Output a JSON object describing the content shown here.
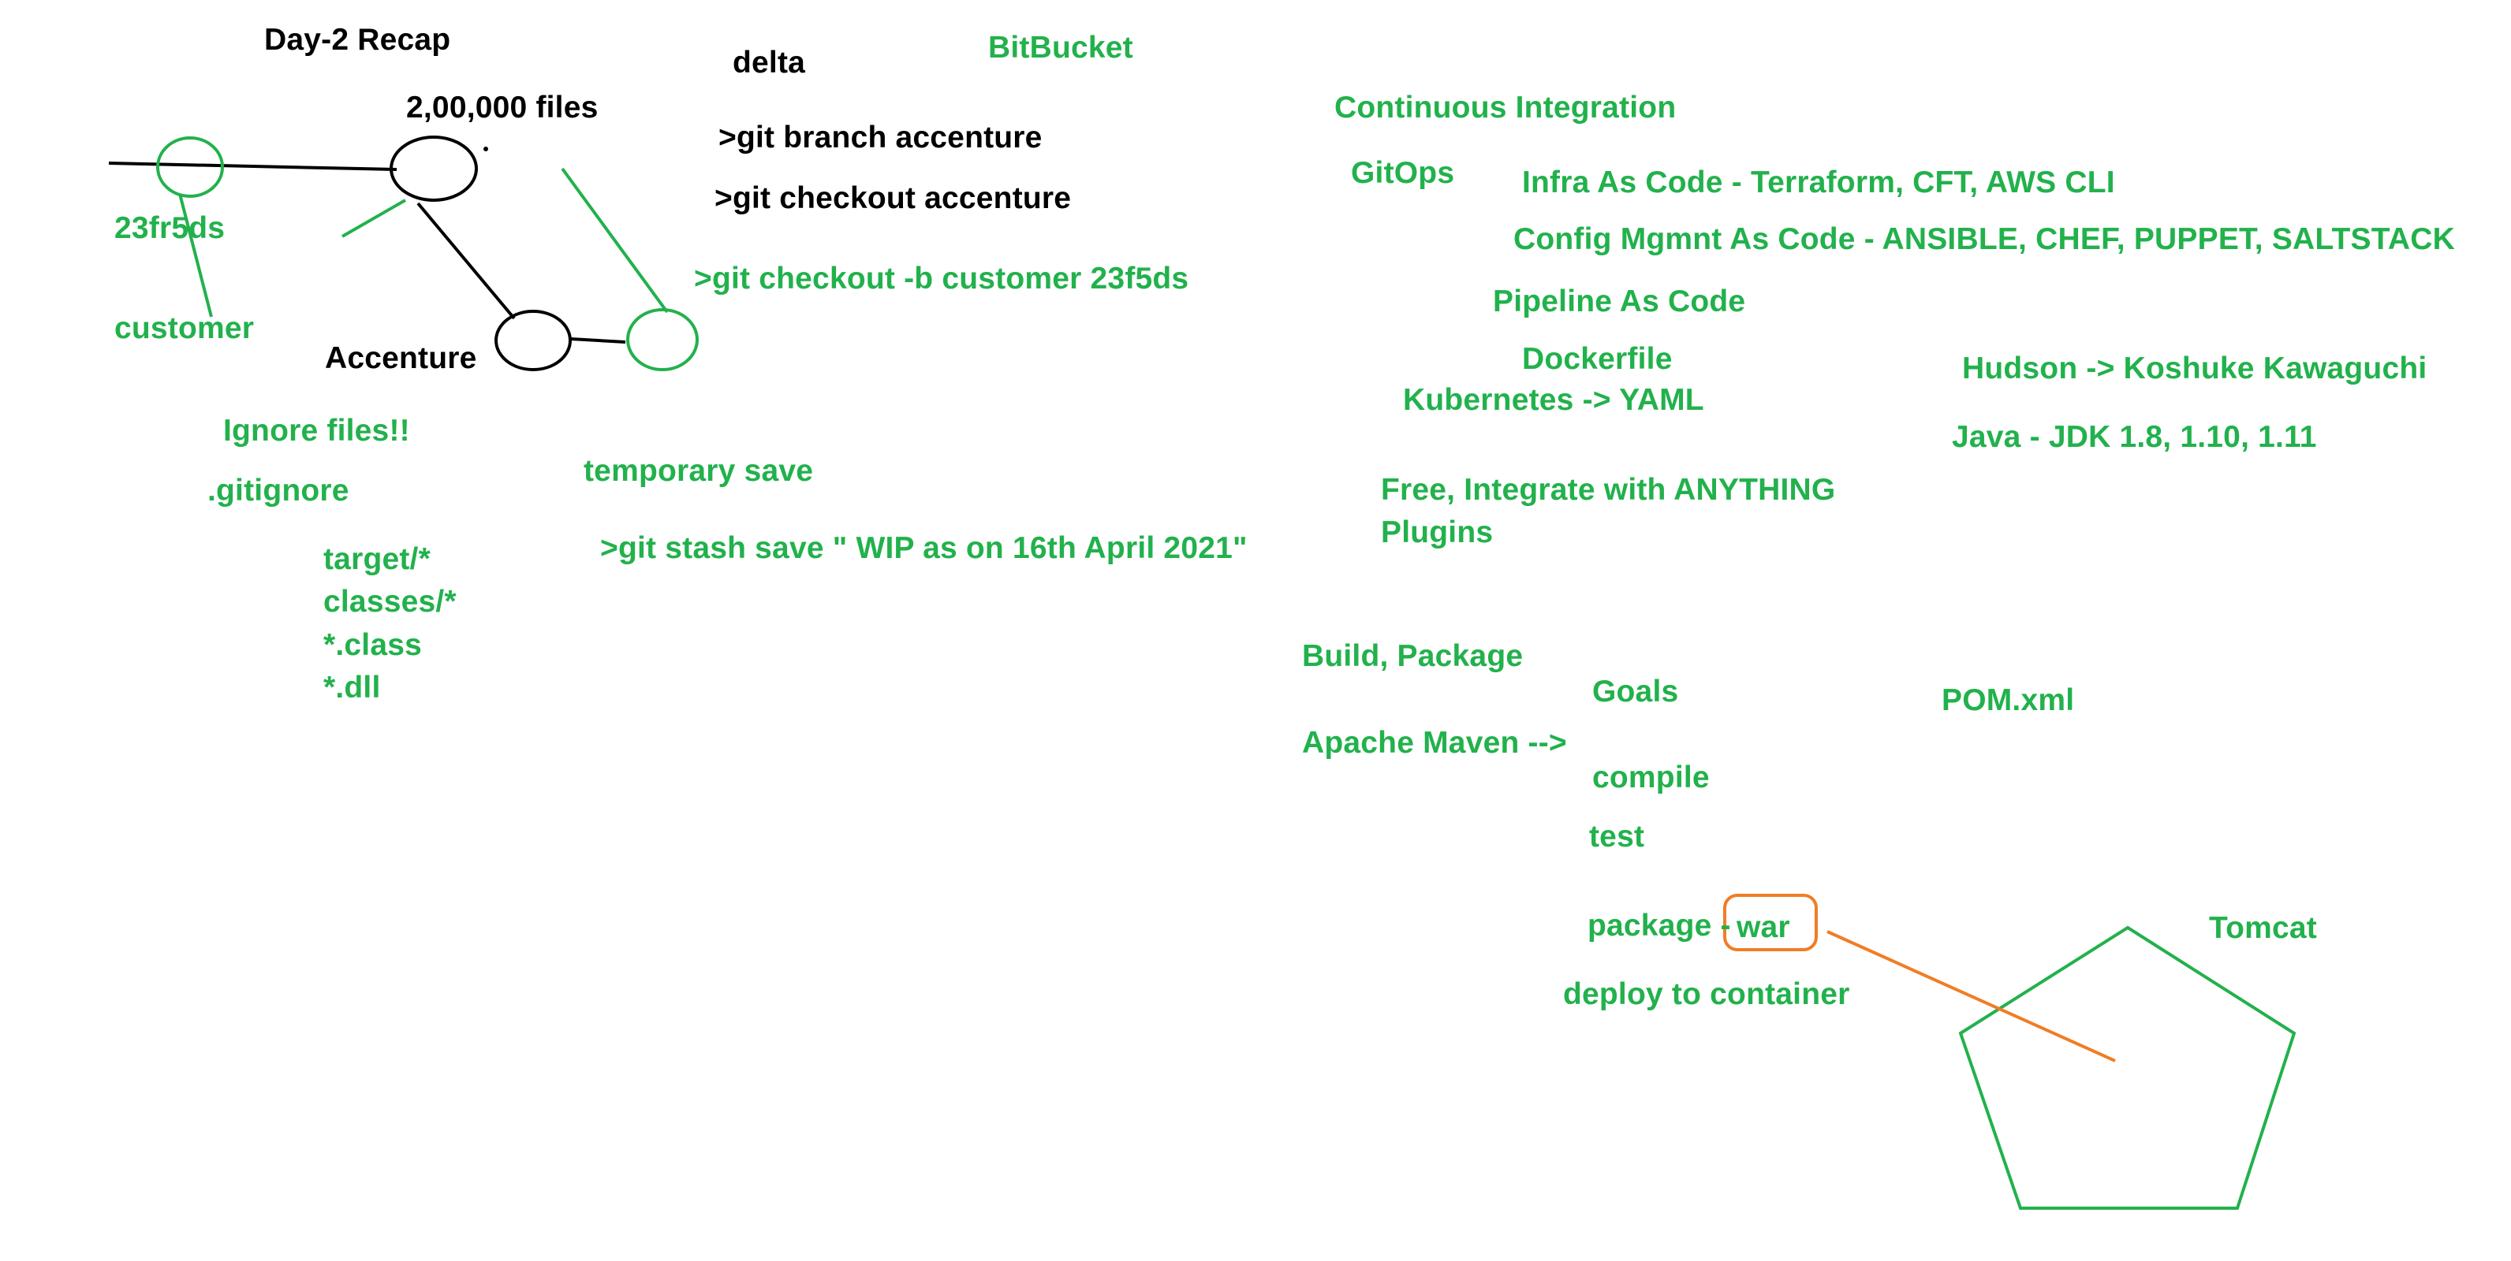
{
  "colors": {
    "ink_black": "#000000",
    "ink_green": "#22b14c",
    "ink_orange": "#f07d24"
  },
  "git_recap": {
    "title": "Day-2 Recap",
    "delta": "delta",
    "bitbucket": "BitBucket",
    "files_count": "2,00,000 files",
    "cmd_branch": ">git branch accenture",
    "cmd_checkout": ">git checkout accenture",
    "cmd_checkout_b": ">git checkout -b customer 23f5ds",
    "commit_id": "23fr5ds",
    "branch_customer": "customer",
    "branch_accenture": "Accenture",
    "ignore_files": "Ignore files!!",
    "gitignore": ".gitignore",
    "ignore_patterns": [
      "target/*",
      "classes/*",
      "*.class",
      "*.dll"
    ],
    "temporary_save": "temporary save",
    "cmd_stash": ">git stash save \" WIP as on 16th April 2021\""
  },
  "ci_notes": {
    "continuous_integration": "Continuous Integration",
    "gitops": "GitOps",
    "infra_as_code": "Infra As Code - Terraform, CFT, AWS CLI",
    "config_as_code": "Config Mgmnt As Code - ANSIBLE, CHEF, PUPPET, SALTSTACK",
    "pipeline_as_code": "Pipeline As Code",
    "dockerfile": "Dockerfile",
    "kubernetes": "Kubernetes -> YAML",
    "hudson": "Hudson -> Koshuke Kawaguchi",
    "java": "Java - JDK 1.8, 1.10, 1.11",
    "free_integrate": "Free, Integrate with ANYTHING",
    "plugins": "Plugins"
  },
  "maven_notes": {
    "build_package": "Build, Package",
    "goals": "Goals",
    "pom": "POM.xml",
    "apache_maven": "Apache Maven -->",
    "compile": "compile",
    "test": "test",
    "package_prefix": "package -",
    "war": "war",
    "deploy": "deploy to container",
    "tomcat": "Tomcat"
  }
}
